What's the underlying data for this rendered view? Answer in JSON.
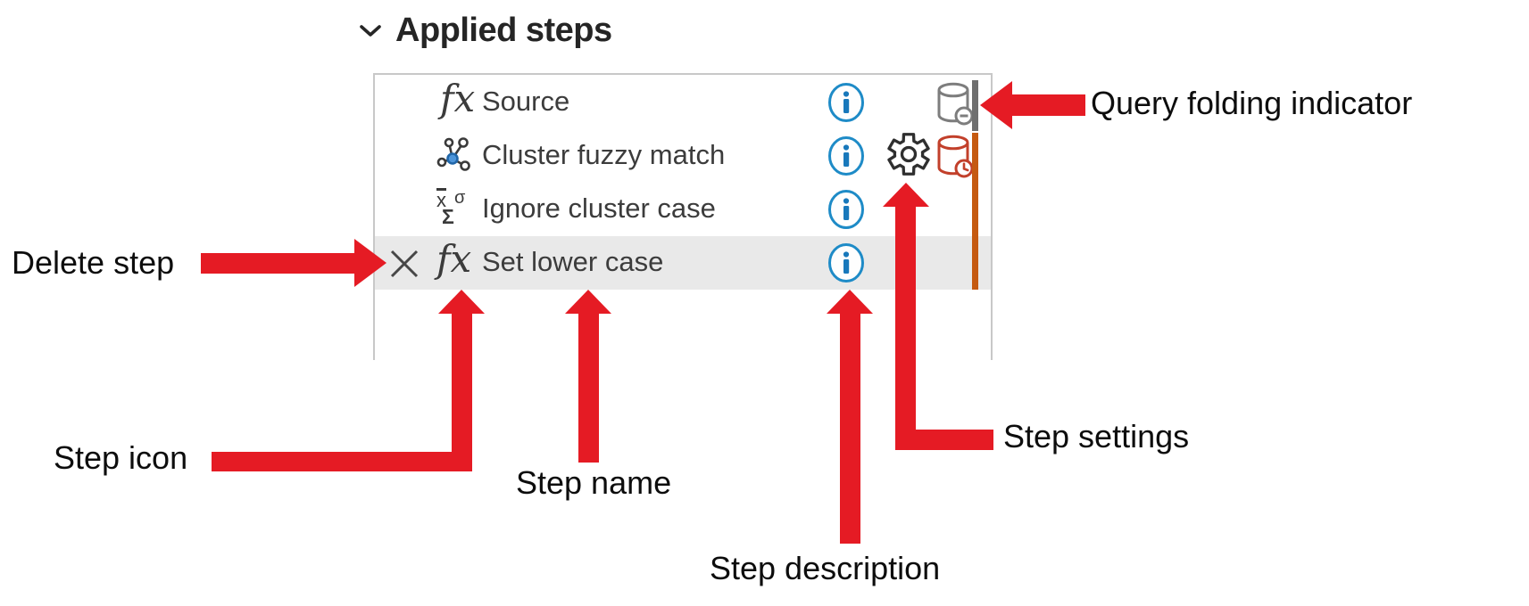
{
  "header": {
    "title": "Applied steps",
    "chevron_icon": "chevron-down"
  },
  "panel": {
    "steps": [
      {
        "name": "Source",
        "icon": "fx-icon",
        "has_info": true,
        "has_settings": false,
        "folding_indicator": "gray-bar",
        "db_icon": "database-minus-icon",
        "selected": false,
        "deletable": false
      },
      {
        "name": "Cluster fuzzy match",
        "icon": "cluster-icon",
        "has_info": true,
        "has_settings": true,
        "folding_indicator": "orange-bar",
        "db_icon": "database-clock-icon",
        "selected": false,
        "deletable": false
      },
      {
        "name": "Ignore cluster case",
        "icon": "statistics-icon",
        "has_info": true,
        "has_settings": false,
        "folding_indicator": "orange-bar",
        "db_icon": null,
        "selected": false,
        "deletable": false
      },
      {
        "name": "Set lower case",
        "icon": "fx-icon",
        "has_info": true,
        "has_settings": false,
        "folding_indicator": "orange-bar",
        "db_icon": null,
        "selected": true,
        "deletable": true
      }
    ]
  },
  "annotations": {
    "delete_step": "Delete step",
    "step_icon": "Step icon",
    "step_name": "Step name",
    "step_description": "Step description",
    "step_settings": "Step settings",
    "query_folding": "Query folding indicator"
  },
  "colors": {
    "annotation_arrow_red": "#e51b24",
    "row_highlight": "#e9e9e9",
    "panel_border": "#c8c8c8",
    "info_blue": "#1e8bc7",
    "database_gray": "#7d7d7d",
    "database_red": "#c2402b",
    "folding_bar_gray": "#6f6f6f",
    "folding_bar_orange": "#c55a11"
  }
}
